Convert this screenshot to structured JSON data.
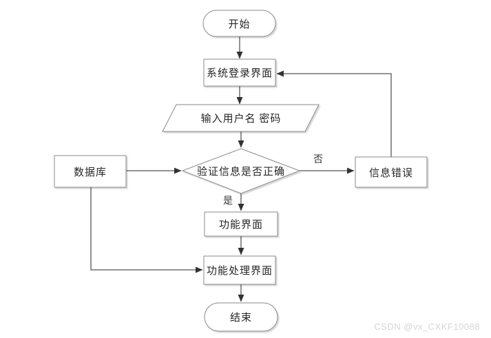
{
  "diagram": {
    "title_hint": "login-flowchart",
    "nodes": {
      "start": {
        "label": "开始",
        "type": "terminator"
      },
      "login": {
        "label": "系统登录界面",
        "type": "process"
      },
      "input": {
        "label": "输入用户名 密码",
        "type": "io"
      },
      "verify": {
        "label": "验证信息是否正确",
        "type": "decision"
      },
      "database": {
        "label": "数据库",
        "type": "process"
      },
      "error": {
        "label": "信息错误",
        "type": "process"
      },
      "function": {
        "label": "功能界面",
        "type": "process"
      },
      "process": {
        "label": "功能处理界面",
        "type": "process"
      },
      "end": {
        "label": "结束",
        "type": "terminator"
      }
    },
    "edge_labels": {
      "yes": "是",
      "no": "否"
    },
    "colors": {
      "shape_border": "#8a8a8a",
      "shape_fill": "#ffffff",
      "connector": "#545454",
      "arrowhead": "#333333",
      "text": "#262626"
    }
  },
  "watermark": {
    "text": "CSDN @vx_CXKF10088",
    "color": "#d5d5d5"
  }
}
